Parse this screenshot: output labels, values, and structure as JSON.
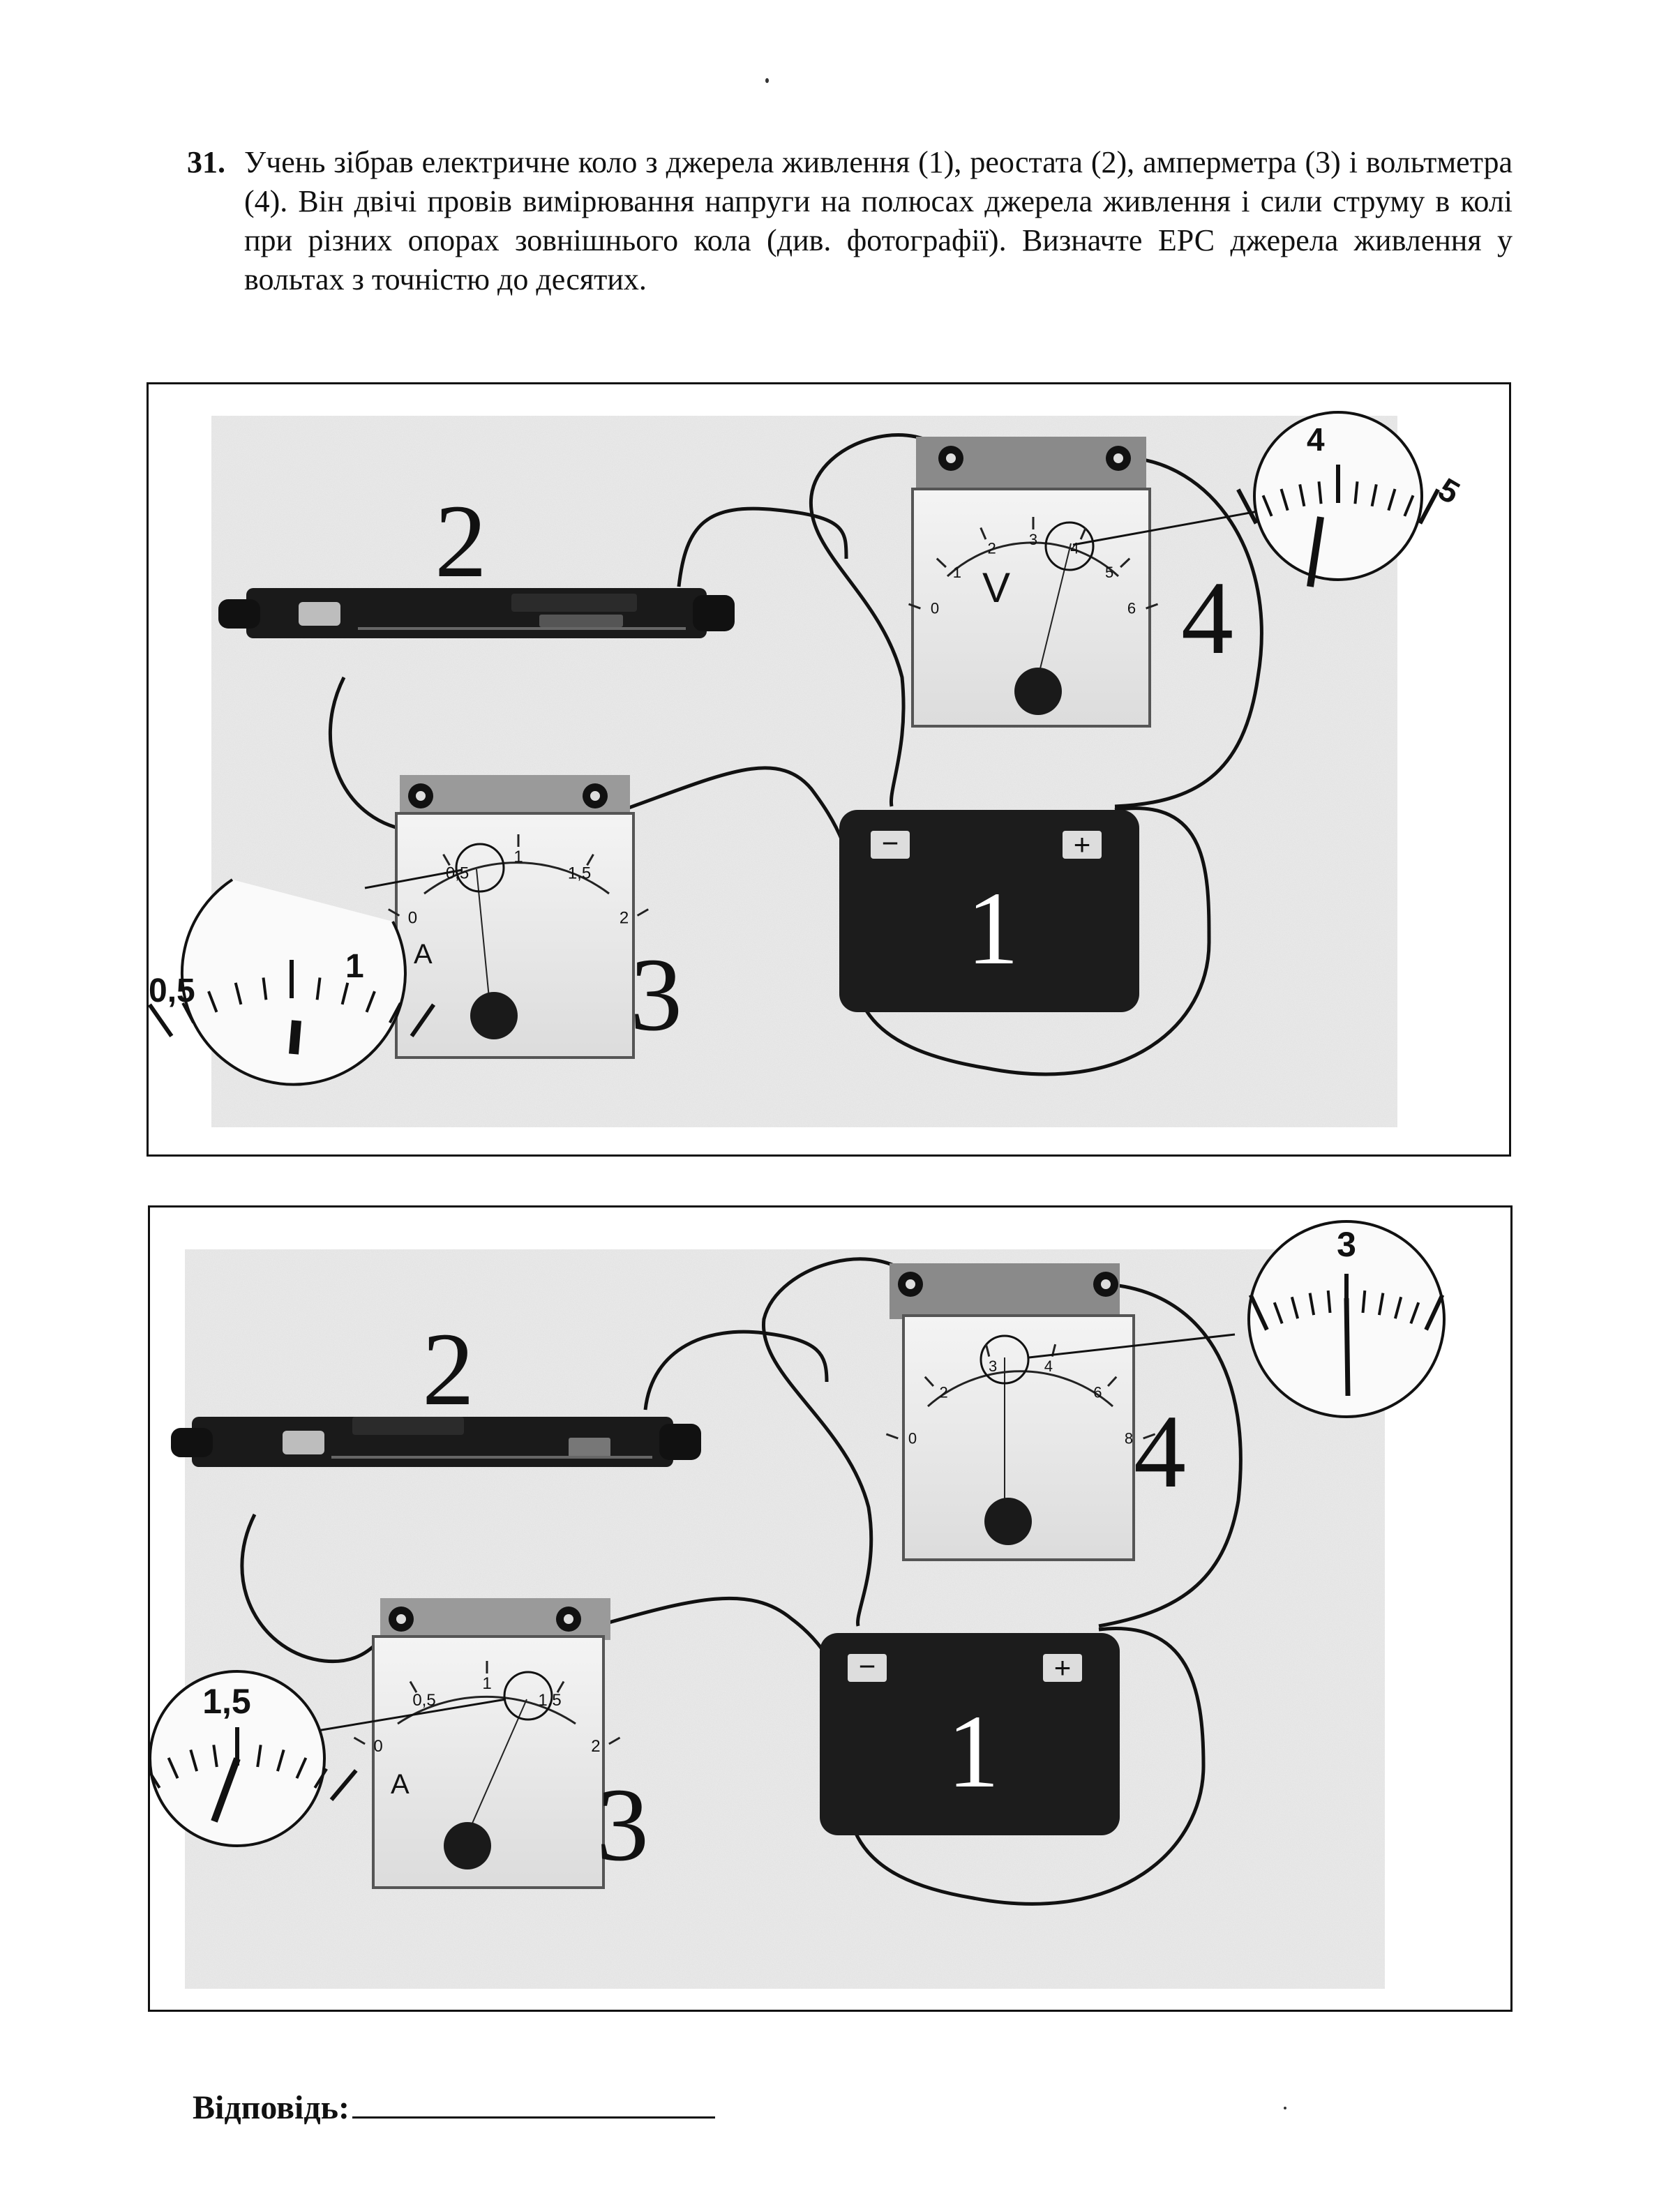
{
  "problem": {
    "number": "31.",
    "text": "Учень зібрав електричне коло з джерела живлення (1), реостата (2), амперметра (3) і вольтметра (4). Він двічі провів вимірювання напруги на полюсах джерела живлення і сили струму в колі при різних опорах зовнішнього кола (див. фотографії). Визначте ЕРС джерела живлення у вольтах з точністю до десятих."
  },
  "labels": {
    "source": "1",
    "rheostat": "2",
    "ammeter": "3",
    "voltmeter": "4"
  },
  "photo1": {
    "voltmeter": {
      "ticks": [
        "0",
        "1",
        "2",
        "3",
        "4",
        "5",
        "6"
      ],
      "unit": "V",
      "reading_V": 4.2,
      "magnified_ticks": [
        "4",
        "5"
      ]
    },
    "ammeter": {
      "ticks": [
        "0",
        "0,5",
        "1",
        "1,5",
        "2"
      ],
      "unit": "A",
      "reading_A": 0.9,
      "magnified_ticks": [
        "0,5",
        "1"
      ]
    },
    "battery_minus": "−",
    "battery_plus": "+"
  },
  "photo2": {
    "voltmeter": {
      "ticks": [
        "0",
        "2",
        "3",
        "4",
        "6",
        "8"
      ],
      "unit": "V",
      "reading_V": 3.0,
      "magnified_ticks": [
        "3"
      ]
    },
    "ammeter": {
      "ticks": [
        "0",
        "0,5",
        "1",
        "1,5",
        "2"
      ],
      "unit": "A",
      "reading_A": 1.5,
      "magnified_ticks": [
        "1,5"
      ]
    },
    "battery_minus": "−",
    "battery_plus": "+"
  },
  "answer": {
    "label": "Відповідь:"
  }
}
